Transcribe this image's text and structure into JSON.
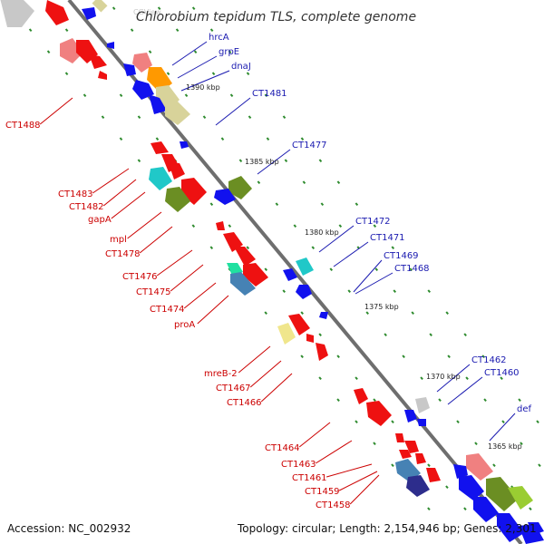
{
  "title": "Chlorobium tepidum TLS, complete genome",
  "watermark": "CGView",
  "footer": {
    "accession": "Accession: NC_002932",
    "summary": "Topology: circular; Length: 2,154,946 bp; Genes: 2,301"
  },
  "colors": {
    "backbone": "#7a7a7a",
    "label_blue": "#1a1ab0",
    "label_red": "#cc0000",
    "tick_green": "#2e8b2e",
    "gene_red": "#ee1111",
    "gene_blue": "#1111ee",
    "cog_pink": "#f08080",
    "cog_khaki": "#d8d39a",
    "cog_olive": "#6b8e23",
    "cog_cyan": "#20c8c8",
    "cog_orange": "#ff9900",
    "cog_steel": "#4682b4",
    "cog_navy": "#2d2d8c",
    "cog_gray": "#c8c8c8",
    "cog_lime": "#9acd32"
  },
  "kbp_marks": [
    "1390 kbp",
    "1385 kbp",
    "1380 kbp",
    "1375 kbp",
    "1370 kbp",
    "1365 kbp"
  ],
  "labels_blue": [
    "hrcA",
    "grpE",
    "dnaJ",
    "CT1481",
    "CT1477",
    "CT1472",
    "CT1471",
    "CT1469",
    "CT1468",
    "CT1462",
    "CT1460",
    "def"
  ],
  "labels_red": [
    "CT1488",
    "CT1483",
    "CT1482",
    "gapA",
    "mpl",
    "CT1478",
    "CT1476",
    "CT1475",
    "CT1474",
    "proA",
    "mreB-2",
    "CT1467",
    "CT1466",
    "CT1464",
    "CT1463",
    "CT1461",
    "CT1459",
    "CT1458"
  ]
}
